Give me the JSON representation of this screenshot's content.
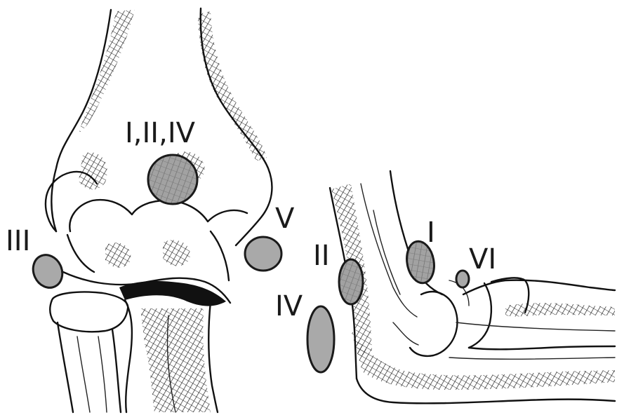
{
  "front_view": {
    "labels": {
      "top_center": "I,II,IV",
      "left": "III",
      "right": "V"
    }
  },
  "side_view": {
    "labels": {
      "posterior": "II",
      "anterior": "I",
      "lower": "IV",
      "right": "VI"
    }
  },
  "colors": {
    "marker_fill": "#a9a9a9",
    "outline": "#1a1a1a"
  }
}
